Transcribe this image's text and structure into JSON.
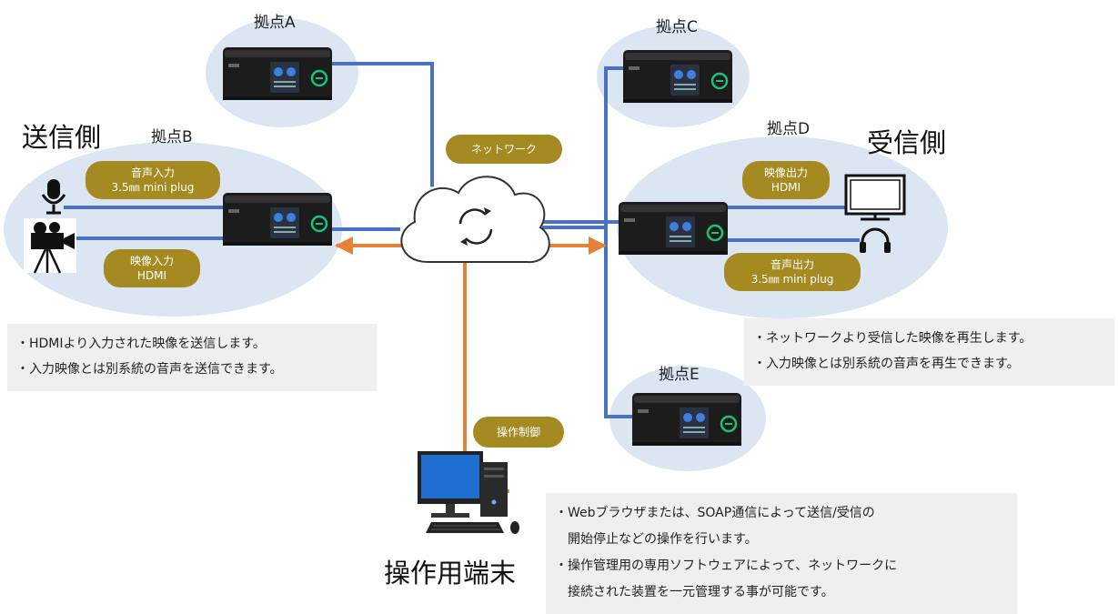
{
  "sites": {
    "a": "拠点A",
    "b": "拠点B",
    "c": "拠点C",
    "d": "拠点D",
    "e": "拠点E"
  },
  "sender_title": "送信側",
  "receiver_title": "受信側",
  "terminal_title": "操作用端末",
  "pills": {
    "network": "ネットワーク",
    "audio_in": [
      "音声入力",
      "3.5㎜ mini plug"
    ],
    "video_in": [
      "映像入力",
      "HDMI"
    ],
    "video_out": [
      "映像出力",
      "HDMI"
    ],
    "audio_out": [
      "音声出力",
      "3.5㎜ mini plug"
    ],
    "control": "操作制御"
  },
  "notes": {
    "sender": [
      "・HDMIより入力された映像を送信します。",
      "・入力映像とは別系統の音声を送信できます。"
    ],
    "receiver": [
      "・ネットワークより受信した映像を再生します。",
      "・入力映像とは別系統の音声を再生できます。"
    ],
    "terminal": [
      "・Webブラウザまたは、SOAP通信によって送信/受信の",
      "　開始停止などの操作を行います。",
      "・操作管理用の専用ソフトウェアによって、ネットワークに",
      "　接続された装置を一元管理する事が可能です。"
    ]
  },
  "icons": [
    "microphone-icon",
    "video-camera-icon",
    "monitor-icon",
    "headphones-icon",
    "cloud-sync-icon",
    "desktop-computer-icon"
  ],
  "colors": {
    "network_line": "#4a72c4",
    "control_line": "#e5823a",
    "zone": "#dce6f3",
    "pill": "#a58a22",
    "note": "#efefef"
  }
}
